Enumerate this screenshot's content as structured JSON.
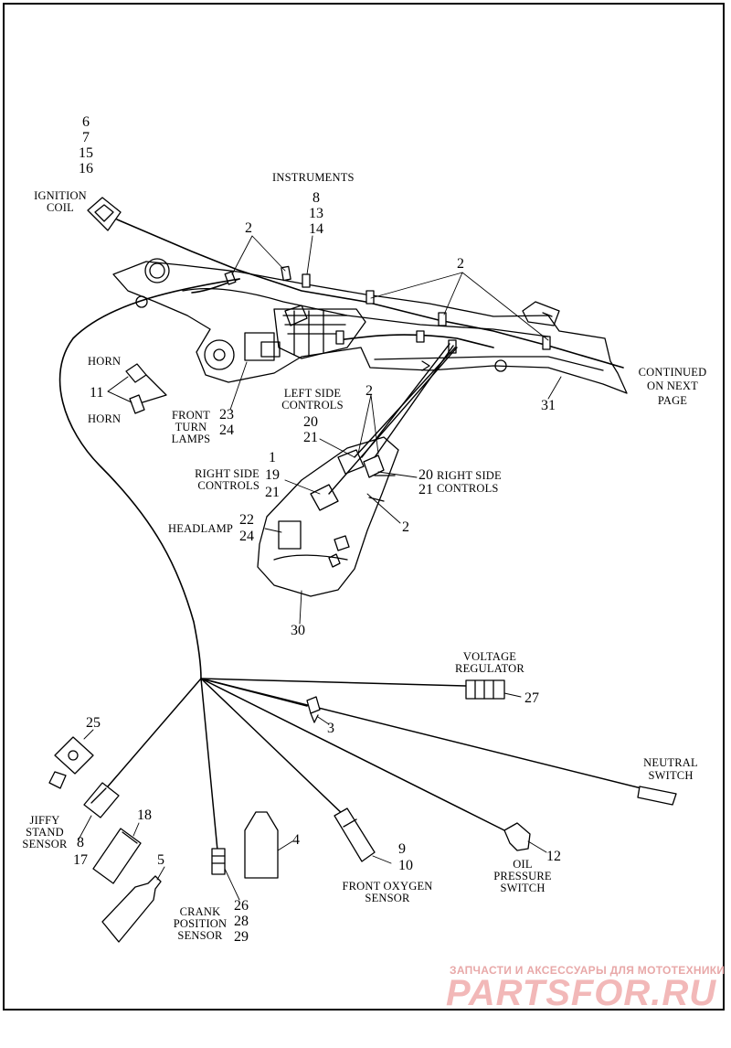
{
  "labels": {
    "ignition_coil": [
      "IGNITION",
      "COIL"
    ],
    "ignition_coil_refs": [
      "6",
      "7",
      "15",
      "16"
    ],
    "instruments": "INSTRUMENTS",
    "instruments_refs": [
      "8",
      "13",
      "14"
    ],
    "clip_ref": "2",
    "horn": "HORN",
    "horn_ref": "11",
    "front_turn_lamps": [
      "FRONT",
      "TURN",
      "LAMPS"
    ],
    "front_turn_lamps_refs": [
      "23",
      "24"
    ],
    "left_side_controls": [
      "LEFT SIDE",
      "CONTROLS"
    ],
    "left_side_controls_refs": [
      "20",
      "21"
    ],
    "right_side_controls_left": [
      "RIGHT SIDE",
      "CONTROLS"
    ],
    "right_side_controls_left_refs": [
      "1",
      "19",
      "21"
    ],
    "right_side_controls_right": [
      "RIGHT SIDE",
      "CONTROLS"
    ],
    "right_side_controls_right_refs": [
      "20",
      "21"
    ],
    "headlamp": "HEADLAMP",
    "headlamp_refs": [
      "22",
      "24"
    ],
    "fairing_ref": "30",
    "frame_ref": "31",
    "continued": [
      "CONTINUED",
      "ON NEXT",
      "PAGE"
    ],
    "voltage_regulator": [
      "VOLTAGE",
      "REGULATOR"
    ],
    "voltage_regulator_ref": "27",
    "fitting_ref": "3",
    "neutral_switch": [
      "NEUTRAL",
      "SWITCH"
    ],
    "jiffy_stand_sensor": [
      "JIFFY",
      "STAND",
      "SENSOR"
    ],
    "jiffy_stand_sensor_refs": [
      "8",
      "17"
    ],
    "item_25": "25",
    "item_18": "18",
    "item_5": "5",
    "item_4": "4",
    "crank_position_sensor": [
      "CRANK",
      "POSITION",
      "SENSOR"
    ],
    "crank_position_sensor_refs": [
      "26",
      "28",
      "29"
    ],
    "front_oxygen_sensor": [
      "FRONT OXYGEN",
      "SENSOR"
    ],
    "front_oxygen_sensor_refs": [
      "9",
      "10"
    ],
    "oil_pressure_switch": [
      "OIL",
      "PRESSURE",
      "SWITCH"
    ],
    "oil_pressure_switch_ref": "12"
  },
  "watermark": {
    "subtitle": "ЗАПЧАСТИ И АКСЕССУАРЫ ДЛЯ МОТОТЕХНИКИ",
    "logo": "PARTSFOR.RU"
  }
}
